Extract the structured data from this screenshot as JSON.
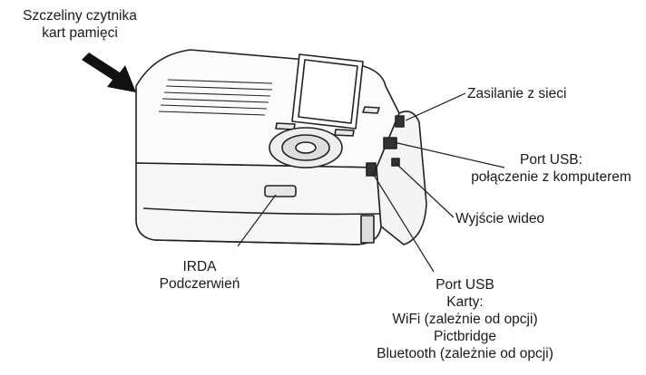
{
  "labels": {
    "card_slots": [
      "Szczeliny czytnika",
      "kart pamięci"
    ],
    "power": "Zasilanie z sieci",
    "usb_pc": [
      "Port USB:",
      "połączenie z komputerem"
    ],
    "video": "Wyjście wideo",
    "irda": [
      "IRDA",
      "Podczerwień"
    ],
    "usb_cards": [
      "Port USB",
      "Karty:",
      "WiFi (zależnie od opcji)",
      "Pictbridge",
      "Bluetooth (zależnie od opcji)"
    ]
  }
}
